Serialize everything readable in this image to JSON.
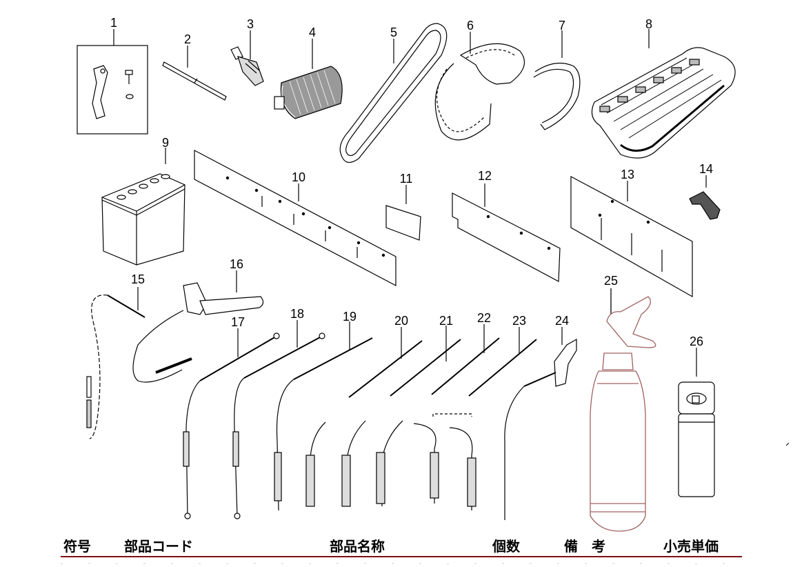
{
  "parts": [
    {
      "num": "1",
      "name": "bracket-kit"
    },
    {
      "num": "2",
      "name": "pin"
    },
    {
      "num": "3",
      "name": "spark-plug"
    },
    {
      "num": "4",
      "name": "air-filter"
    },
    {
      "num": "5",
      "name": "v-belt"
    },
    {
      "num": "6",
      "name": "cogged-belt"
    },
    {
      "num": "7",
      "name": "belt"
    },
    {
      "num": "8",
      "name": "crawler-track"
    },
    {
      "num": "9",
      "name": "battery"
    },
    {
      "num": "10",
      "name": "rubber-flap"
    },
    {
      "num": "11",
      "name": "plate"
    },
    {
      "num": "12",
      "name": "rubber-flap"
    },
    {
      "num": "13",
      "name": "rubber-flap"
    },
    {
      "num": "14",
      "name": "clip"
    },
    {
      "num": "15",
      "name": "cable"
    },
    {
      "num": "16",
      "name": "lever-with-cable"
    },
    {
      "num": "17",
      "name": "cable"
    },
    {
      "num": "18",
      "name": "cable"
    },
    {
      "num": "19",
      "name": "cable"
    },
    {
      "num": "20",
      "name": "cable"
    },
    {
      "num": "21",
      "name": "cable"
    },
    {
      "num": "22",
      "name": "cable"
    },
    {
      "num": "23",
      "name": "cable"
    },
    {
      "num": "24",
      "name": "throttle-lever-cable"
    },
    {
      "num": "25",
      "name": "fire-extinguisher"
    },
    {
      "num": "26",
      "name": "spray-can"
    }
  ],
  "table_header": {
    "symbol": "符号",
    "part_code": "部品コード",
    "part_name": "部品名称",
    "quantity": "個数",
    "remarks": "備　考",
    "retail_price": "小売単価"
  },
  "colors": {
    "line": "#000000",
    "extinguisher": "#a06060",
    "rule": "#7a1010"
  }
}
